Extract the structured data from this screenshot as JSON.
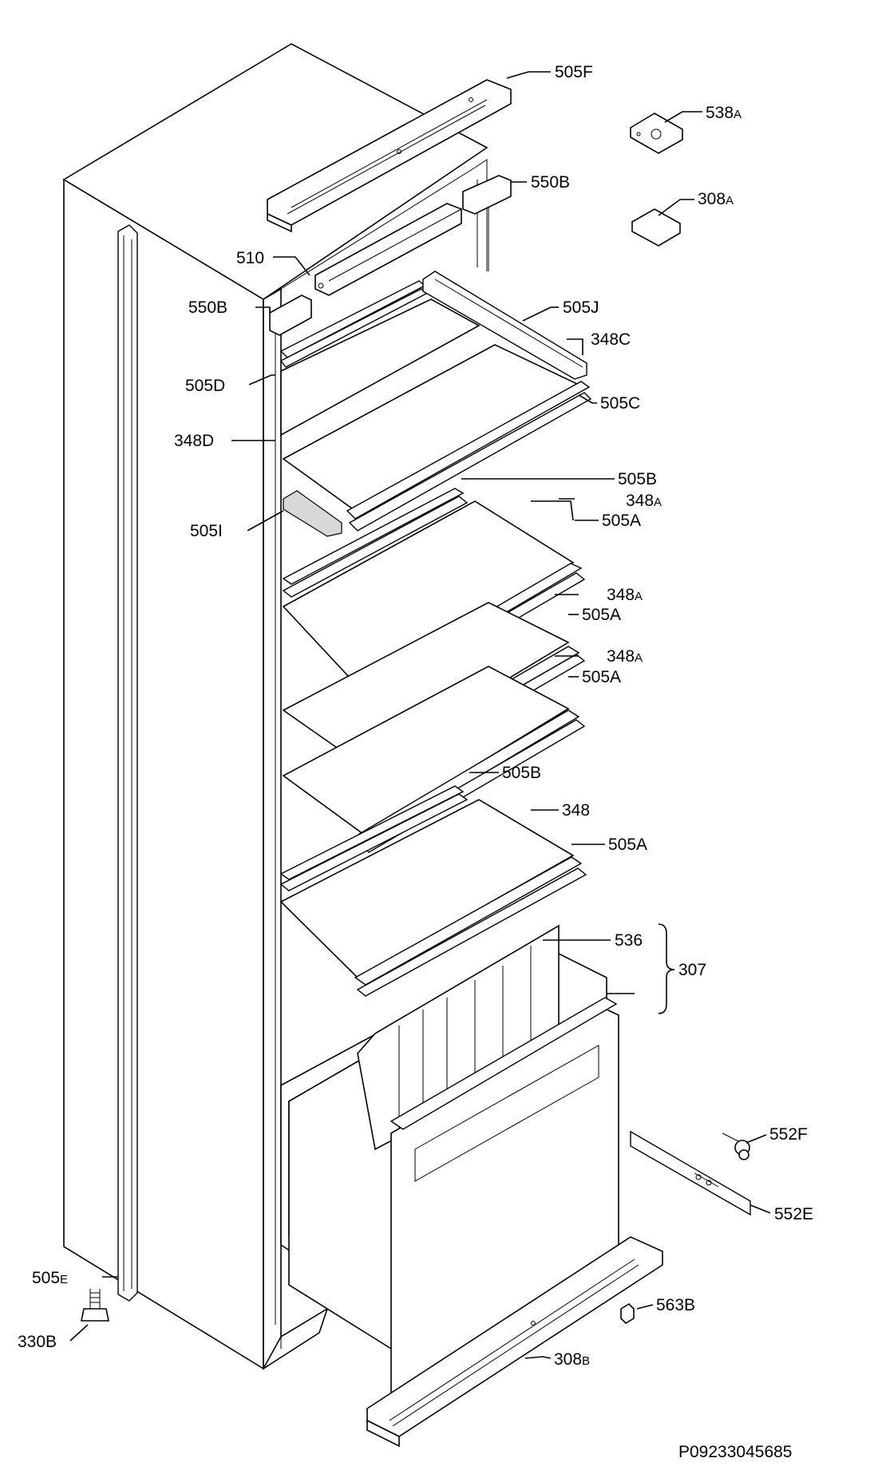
{
  "diagram": {
    "code": "P09233045685",
    "labels": {
      "l505F": "505F",
      "l538A_num": "538",
      "l538A_suf": "A",
      "l550B_top": "550B",
      "l308A_num": "308",
      "l308A_suf": "A",
      "l510": "510",
      "l550B_left": "550B",
      "l505J": "505J",
      "l348C": "348C",
      "l505D": "505D",
      "l505C": "505C",
      "l348D": "348D",
      "l505B_1": "505B",
      "l505I": "505I",
      "l348A_1_num": "348",
      "l348A_1_suf": "A",
      "l505A_1": "505A",
      "l348A_2_num": "348",
      "l348A_2_suf": "A",
      "l505A_2": "505A",
      "l348A_3_num": "348",
      "l348A_3_suf": "A",
      "l505A_3": "505A",
      "l505B_2": "505B",
      "l348": "348",
      "l505A_4": "505A",
      "l536": "536",
      "l307": "307",
      "l552F": "552F",
      "l552E": "552E",
      "l505E_num": "505",
      "l505E_suf": "E",
      "l563B": "563B",
      "l330B": "330B",
      "l308B_num": "308",
      "l308B_suf": "B"
    }
  }
}
